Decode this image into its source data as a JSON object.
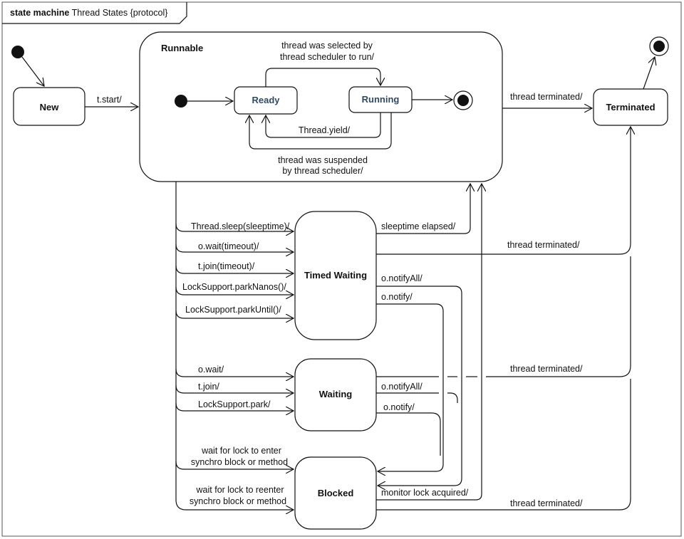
{
  "frame": {
    "keyword": "state machine",
    "name": "Thread States {protocol}"
  },
  "states": {
    "new": "New",
    "runnable": "Runnable",
    "ready": "Ready",
    "running": "Running",
    "terminated": "Terminated",
    "timed_waiting": "Timed Waiting",
    "waiting": "Waiting",
    "blocked": "Blocked"
  },
  "transitions": {
    "t_start": "t.start/",
    "selected_1": "thread was selected by",
    "selected_2": "thread scheduler to run/",
    "yield": "Thread.yield/",
    "suspended_1": "thread was suspended",
    "suspended_2": "by thread scheduler/",
    "thread_terminated": "thread terminated/",
    "sleep": "Thread.sleep(sleeptime)/",
    "wait_timeout": "o.wait(timeout)/",
    "join_timeout": "t.join(timeout)/",
    "park_nanos": "LockSupport.parkNanos()/",
    "park_until": "LockSupport.parkUntil()/",
    "sleeptime_elapsed": "sleeptime elapsed/",
    "notify_all": "o.notifyAll/",
    "notify": "o.notify/",
    "o_wait": "o.wait/",
    "t_join": "t.join/",
    "park": "LockSupport.park/",
    "notify_all_2": "o.notifyAll/",
    "notify_2": "o.notify/",
    "lock_enter_1": "wait for lock to enter",
    "lock_enter_2": "synchro block or method",
    "lock_reenter_1": "wait for lock to reenter",
    "lock_reenter_2": "synchro block or method",
    "monitor_lock": "monitor lock acquired/"
  }
}
